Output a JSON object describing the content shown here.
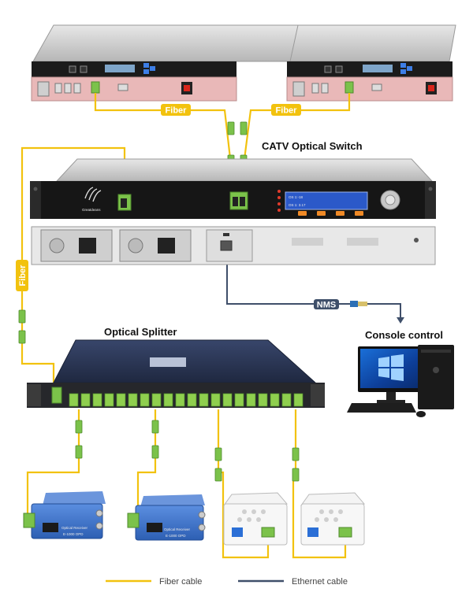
{
  "labels": {
    "switch_title": "CATV Optical Switch",
    "splitter_title": "Optical Splitter",
    "console_title": "Console control",
    "fiber_tag": "Fiber",
    "nms_tag": "NMS",
    "switch_brand": "Greatdeans",
    "switch_lcd_line1": "OS  1:-18",
    "switch_lcd_line2": "OS 1: 3.17",
    "receiver_lcd": "Optical Receiver",
    "receiver_model": "E-1000 OPD"
  },
  "legend": [
    {
      "label": "Fiber cable",
      "color": "#f2c20e"
    },
    {
      "label": "Ethernet cable",
      "color": "#3f4f6a"
    }
  ],
  "colors": {
    "fiber": "#f2c20e",
    "ethernet": "#3f4f6a",
    "fiber_tag_bg": "#f2c20e",
    "connector_green": "#7bc24a",
    "rack_dark": "#151515",
    "receiver_blue": "#3a6fc2",
    "splitter_top": "#2a3552"
  }
}
